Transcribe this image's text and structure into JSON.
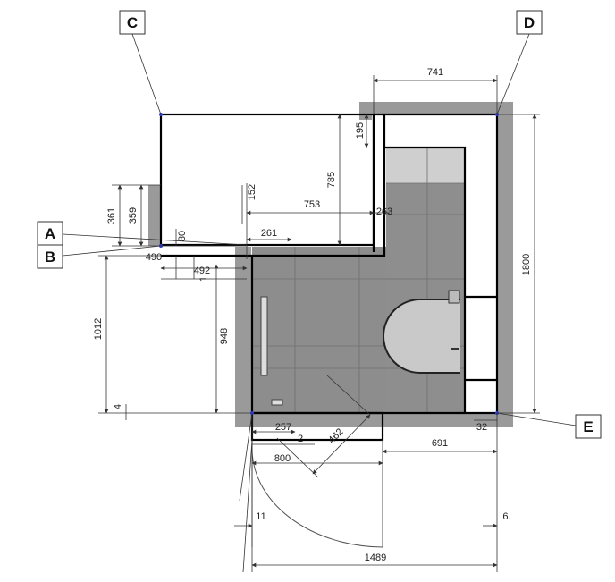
{
  "points": {
    "A": "A",
    "B": "B",
    "C": "C",
    "D": "D",
    "E": "E"
  },
  "dimensions": {
    "d741": "741",
    "d195": "195",
    "d785": "785",
    "d152": "152",
    "d753": "753",
    "d263": "263",
    "d261": "261",
    "d361": "361",
    "d359": "359",
    "d80": "80",
    "d490": "490",
    "d492": "492",
    "d1_small": "1",
    "d1800": "1800",
    "d1012": "1012",
    "d948": "948",
    "d4": "4",
    "d257": "257",
    "d2": "2",
    "d462": "462",
    "d800": "800",
    "d691": "691",
    "d32": "32",
    "d11": "11",
    "d6": "6.",
    "d1489": "1489"
  }
}
